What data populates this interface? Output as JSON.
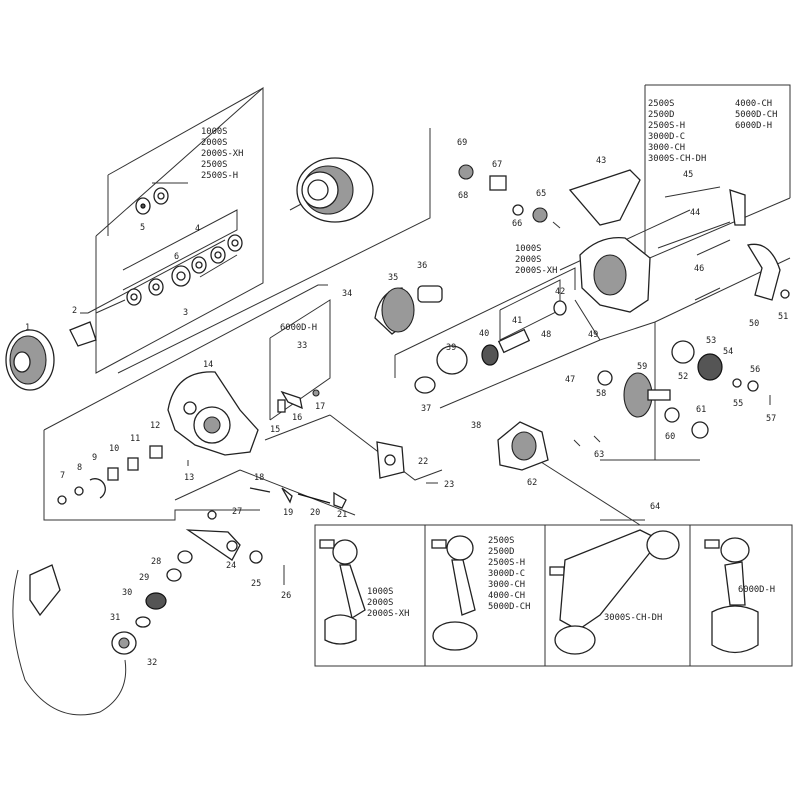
{
  "models_spool": [
    "1000S",
    "2000S",
    "2000S-XH",
    "2500S",
    "2500S-H"
  ],
  "models_body_top": [
    "2500S",
    "2500D",
    "2500S-H",
    "3000D-C",
    "3000-CH",
    "3000S-CH-DH"
  ],
  "models_body_top_right": [
    "4000-CH",
    "5000D-CH",
    "6000D-H"
  ],
  "models_rotor": [
    "1000S",
    "2000S",
    "2000S-XH"
  ],
  "model_6000": "6000D-H",
  "handles": {
    "h1": [
      "1000S",
      "2000S",
      "2000S-XH"
    ],
    "h2": [
      "2500S",
      "2500D",
      "2500S-H",
      "3000D-C",
      "3000-CH",
      "4000-CH",
      "5000D-CH"
    ],
    "h3": "3000S-CH-DH",
    "h4": "6000D-H"
  },
  "part_numbers": [
    "1",
    "2",
    "3",
    "4",
    "5",
    "6",
    "7",
    "8",
    "9",
    "10",
    "11",
    "12",
    "13",
    "14",
    "15",
    "16",
    "17",
    "18",
    "19",
    "20",
    "21",
    "22",
    "23",
    "24",
    "25",
    "26",
    "27",
    "28",
    "29",
    "30",
    "31",
    "32",
    "33",
    "34",
    "35",
    "36",
    "37",
    "38",
    "39",
    "40",
    "41",
    "42",
    "43",
    "44",
    "45",
    "46",
    "47",
    "48",
    "49",
    "50",
    "51",
    "52",
    "53",
    "54",
    "55",
    "56",
    "57",
    "58",
    "59",
    "60",
    "61",
    "62",
    "63",
    "64",
    "65",
    "66",
    "67",
    "68",
    "69"
  ]
}
